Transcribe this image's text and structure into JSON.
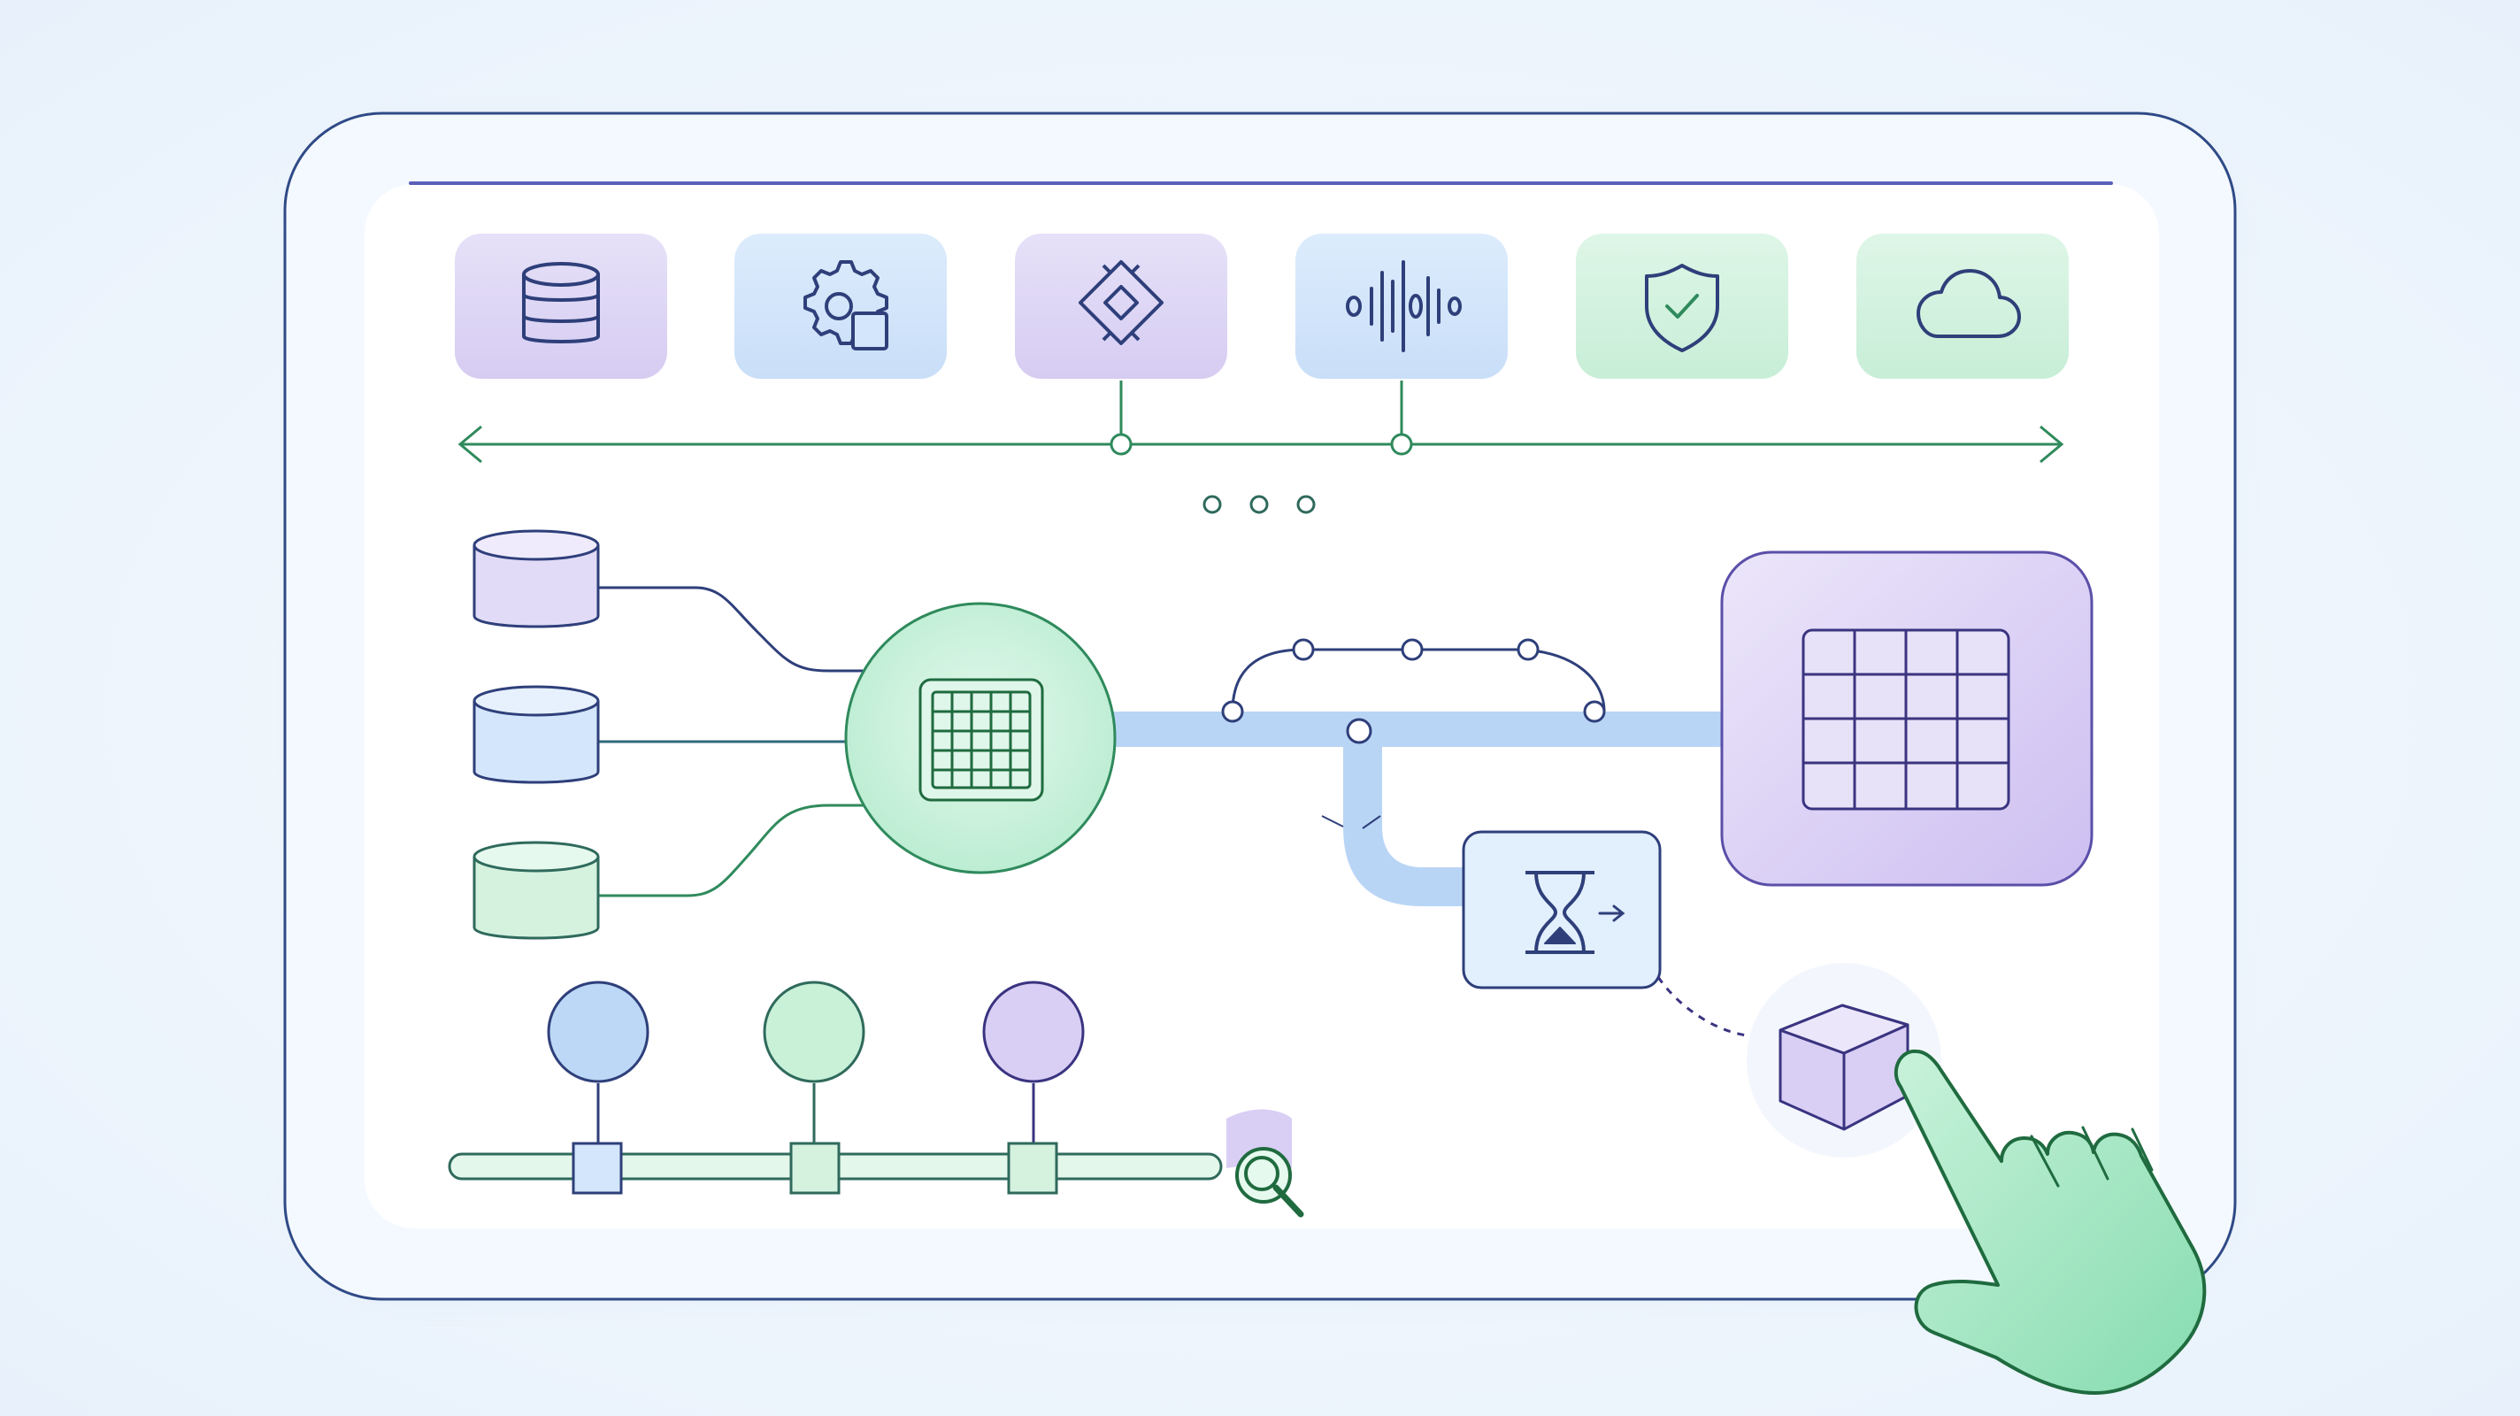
{
  "colors": {
    "background": "#eef5fc",
    "device_frame_fill": "#f4f9ff",
    "device_frame_stroke": "#2f4a86",
    "panel_fill": "#ffffff",
    "accent_line": "#5a5fb8",
    "green_accent": "#2f8a5c",
    "blue_accent": "#4a78c8",
    "purple_accent": "#7a6acb",
    "tile_purple": "#ddd7f4",
    "tile_blue": "#d3e6fb",
    "tile_green": "#d5f2df",
    "hand_fill": "#9fe6bf",
    "hand_stroke": "#1f6b3f"
  },
  "toolbar": {
    "tiles": [
      {
        "name": "database-icon",
        "tint": "purple"
      },
      {
        "name": "settings-gear-icon",
        "tint": "blue"
      },
      {
        "name": "chip-diamond-icon",
        "tint": "purple"
      },
      {
        "name": "audio-waveform-icon",
        "tint": "blue"
      },
      {
        "name": "shield-check-icon",
        "tint": "green"
      },
      {
        "name": "cloud-icon",
        "tint": "green"
      }
    ]
  },
  "pagination_dots": 3,
  "pipeline": {
    "sources": [
      "database-source-purple",
      "database-source-blue",
      "database-source-green"
    ],
    "hub_icon": "grid-chip-icon",
    "output_icon": "table-grid-icon",
    "queue_icon": "hourglass-icon",
    "target_icon": "cube-icon"
  },
  "timeline": {
    "nodes": [
      "blue",
      "green",
      "purple"
    ],
    "end_icon": "search-icon"
  },
  "pointer": "pointing-hand-icon"
}
